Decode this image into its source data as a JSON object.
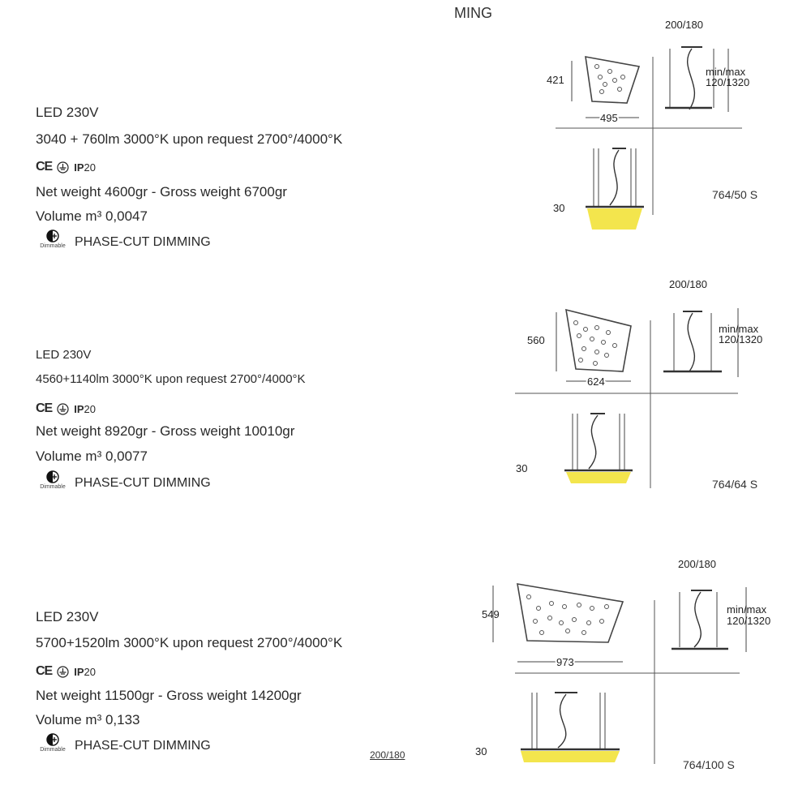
{
  "header": {
    "text": "MING"
  },
  "products": [
    {
      "led": "LED 230V",
      "lumen": "3040 + 760lm 3000°K upon request 2700°/4000°K",
      "ce": "CE",
      "ip_prefix": "IP",
      "ip_value": "20",
      "weight": "Net weight 4600gr - Gross weight 6700gr",
      "volume": "Volume m³ 0,0047",
      "dimmable_label": "Dimmable",
      "dimming": "PHASE-CUT DIMMING",
      "dim_height": "421",
      "dim_width": "495",
      "dim_top": "200/180",
      "dim_minmax": "min/max",
      "dim_range": "120/1320",
      "dim_thickness": "30",
      "code": "764/50 S"
    },
    {
      "led": "LED 230V",
      "lumen": "4560+1140lm 3000°K upon request 2700°/4000°K",
      "ce": "CE",
      "ip_prefix": "IP",
      "ip_value": "20",
      "weight": "Net weight 8920gr - Gross weight 10010gr",
      "volume": "Volume m³ 0,0077",
      "dimmable_label": "Dimmable",
      "dimming": "PHASE-CUT DIMMING",
      "dim_height": "560",
      "dim_width": "624",
      "dim_top": "200/180",
      "dim_minmax": "min/max",
      "dim_range": "120/1320",
      "dim_thickness": "30",
      "code": "764/64 S"
    },
    {
      "led": "LED 230V",
      "lumen": "5700+1520lm 3000°K upon request 2700°/4000°K",
      "ce": "CE",
      "ip_prefix": "IP",
      "ip_value": "20",
      "weight": "Net weight 11500gr - Gross weight 14200gr",
      "volume": "Volume m³ 0,133",
      "dimmable_label": "Dimmable",
      "dimming": "PHASE-CUT DIMMING",
      "dim_height": "549",
      "dim_width": "973",
      "dim_top": "200/180",
      "dim_minmax": "min/max",
      "dim_range": "120/1320",
      "dim_thickness": "30",
      "code": "764/100 S"
    }
  ],
  "footer_note": "200/180",
  "colors": {
    "light_glow": "#f2e23a",
    "line": "#333333",
    "text": "#2a2a2a"
  }
}
